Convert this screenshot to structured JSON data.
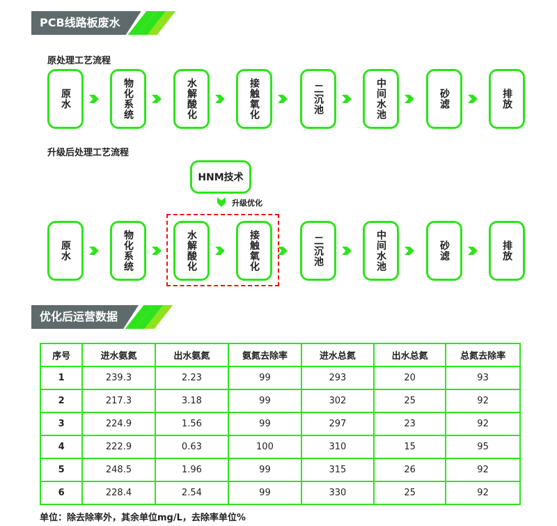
{
  "section1": {
    "title": "PCB线路板废水"
  },
  "original": {
    "title": "原处理工艺流程",
    "steps": [
      "原水",
      "物化系统",
      "水解酸化",
      "接触氧化",
      "二沉池",
      "中间水池",
      "砂滤",
      "排放"
    ]
  },
  "upgraded": {
    "title": "升级后处理工艺流程",
    "tech": "HNM技术",
    "upgrade_label": "升级优化",
    "steps": [
      "原水",
      "物化系统",
      "水解酸化",
      "接触氧化",
      "二沉池",
      "中间水池",
      "砂滤",
      "排放"
    ]
  },
  "section2": {
    "title": "优化后运营数据"
  },
  "table": {
    "headers": [
      "序号",
      "进水氨氮",
      "出水氨氮",
      "氨氮去除率",
      "进水总氮",
      "出水总氮",
      "总氮去除率"
    ],
    "rows": [
      [
        "1",
        "239.3",
        "2.23",
        "99",
        "293",
        "20",
        "93"
      ],
      [
        "2",
        "217.3",
        "3.18",
        "99",
        "302",
        "25",
        "92"
      ],
      [
        "3",
        "224.9",
        "1.56",
        "99",
        "297",
        "23",
        "92"
      ],
      [
        "4",
        "222.9",
        "0.63",
        "100",
        "310",
        "15",
        "95"
      ],
      [
        "5",
        "248.5",
        "1.96",
        "99",
        "315",
        "26",
        "92"
      ],
      [
        "6",
        "228.4",
        "2.54",
        "99",
        "330",
        "25",
        "92"
      ]
    ]
  },
  "footnote": "单位：除去除率外，其余单位mg/L，去除率单位%",
  "colors": {
    "green": "#2ee31c",
    "gray": "#5e6a6b",
    "red": "#e11111"
  }
}
